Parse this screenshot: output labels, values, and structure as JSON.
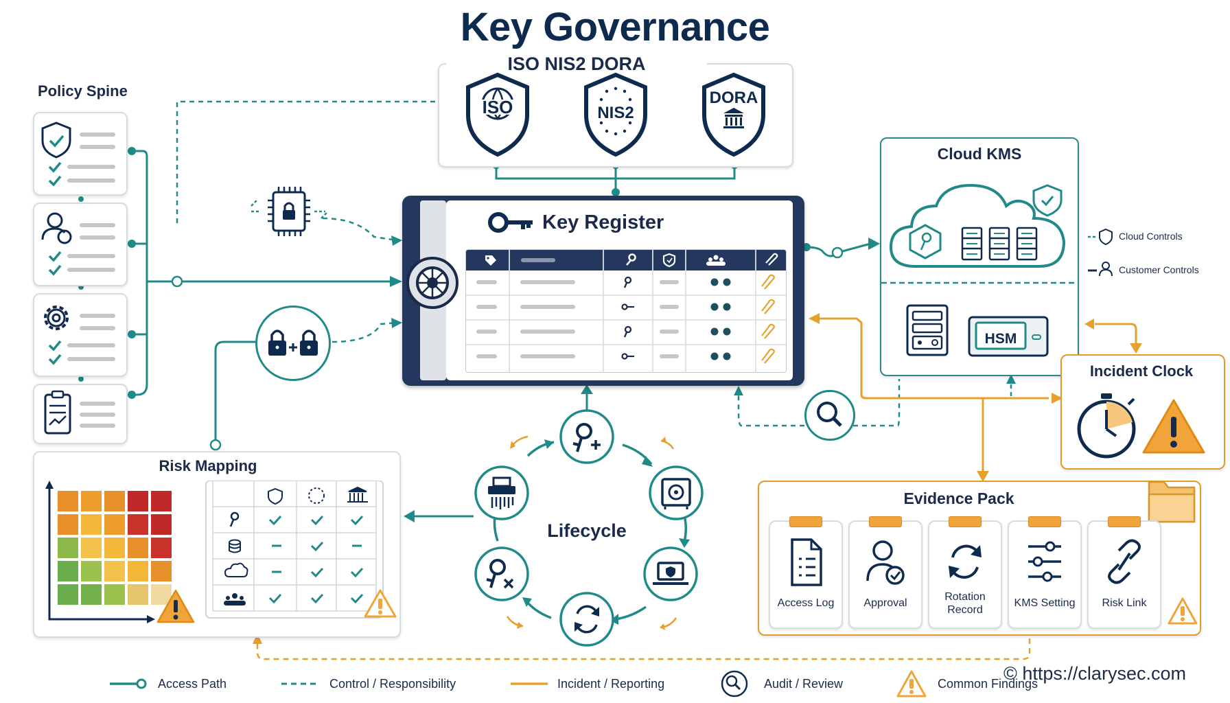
{
  "title": "Key Governance",
  "standards": {
    "header": "ISO NIS2 DORA",
    "iso": "ISO",
    "nis2": "NIS2",
    "dora": "DORA"
  },
  "policy_spine": {
    "title": "Policy Spine"
  },
  "key_register": {
    "title": "Key Register"
  },
  "cloud_kms": {
    "title": "Cloud KMS",
    "hsm_label": "HSM",
    "cloud_controls": "Cloud Controls",
    "customer_controls": "Customer Controls"
  },
  "incident_clock": {
    "title": "Incident Clock"
  },
  "risk_mapping": {
    "title": "Risk Mapping"
  },
  "lifecycle": {
    "title": "Lifecycle"
  },
  "evidence_pack": {
    "title": "Evidence Pack",
    "items": [
      {
        "label": "Access Log",
        "icon": "document-icon"
      },
      {
        "label": "Approval",
        "icon": "user-check-icon"
      },
      {
        "label": "Rotation Record",
        "icon": "rotation-icon"
      },
      {
        "label": "KMS Setting",
        "icon": "sliders-icon"
      },
      {
        "label": "Risk Link",
        "icon": "link-icon"
      }
    ]
  },
  "legend": {
    "access_path": "Access Path",
    "control": "Control / Responsibility",
    "incident": "Incident / Reporting",
    "audit": "Audit / Review",
    "findings": "Common Findings"
  },
  "watermark": "© https://clarysec.com",
  "colors": {
    "navy": "#0f2a4f",
    "teal": "#1f8a88",
    "orange": "#e8a02c",
    "warning": "#f0a43a"
  }
}
